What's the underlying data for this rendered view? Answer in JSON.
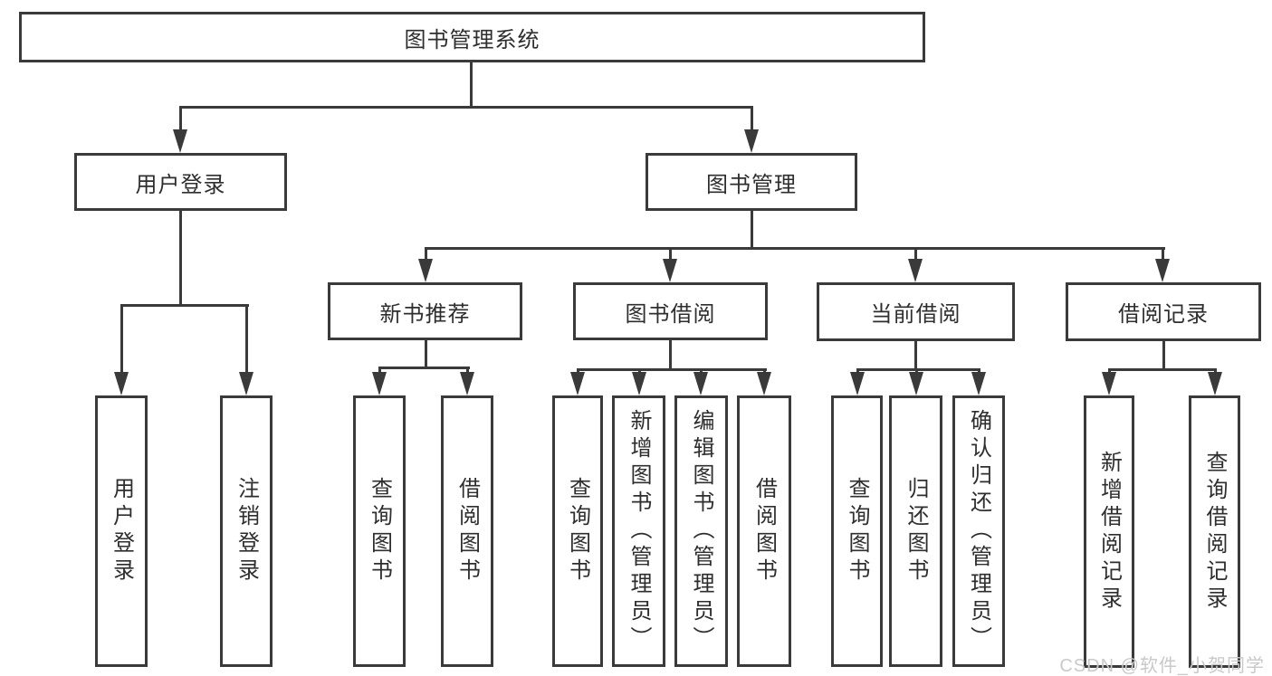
{
  "page": {
    "background": "#ffffff"
  },
  "colors": {
    "line": "#3a3a3a",
    "box_border": "#3a3a3a",
    "box_fill": "#ffffff",
    "text": "#2e2e2e",
    "watermark": "#c9c9c9"
  },
  "watermark": {
    "text": "CSDN @软件_小贺同学"
  },
  "tree": {
    "label": "图书管理系统",
    "children": [
      {
        "label": "用户登录",
        "children": [
          {
            "label": "用户登录"
          },
          {
            "label": "注销登录"
          }
        ]
      },
      {
        "label": "图书管理",
        "children": [
          {
            "label": "新书推荐",
            "children": [
              {
                "label": "查询图书"
              },
              {
                "label": "借阅图书"
              }
            ]
          },
          {
            "label": "图书借阅",
            "children": [
              {
                "label": "查询图书"
              },
              {
                "label": "新增图书（管理员）"
              },
              {
                "label": "编辑图书（管理员）"
              },
              {
                "label": "借阅图书"
              }
            ]
          },
          {
            "label": "当前借阅",
            "children": [
              {
                "label": "查询图书"
              },
              {
                "label": "归还图书"
              },
              {
                "label": "确认归还（管理员）"
              }
            ]
          },
          {
            "label": "借阅记录",
            "children": [
              {
                "label": "新增借阅记录"
              },
              {
                "label": "查询借阅记录"
              }
            ]
          }
        ]
      }
    ]
  }
}
